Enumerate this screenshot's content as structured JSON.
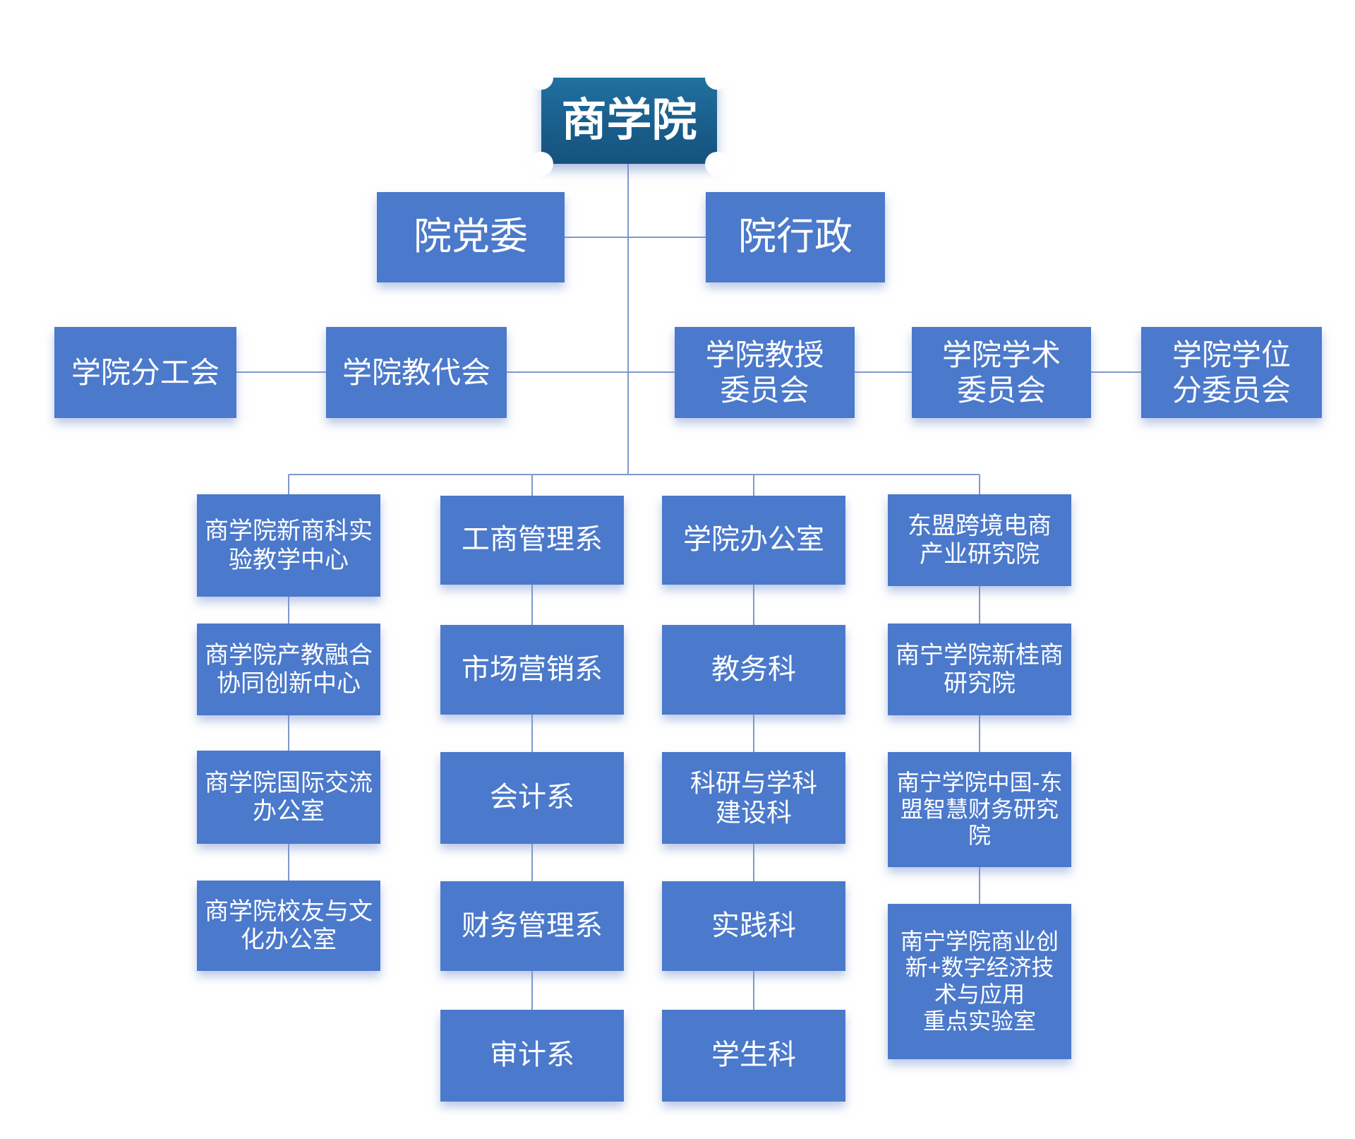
{
  "root": {
    "label": "商学院"
  },
  "level2": [
    {
      "label": "院党委"
    },
    {
      "label": "院行政"
    }
  ],
  "level3": [
    {
      "label": "学院分工会"
    },
    {
      "label": "学院教代会"
    },
    {
      "label": "学院教授\n委员会"
    },
    {
      "label": "学院学术\n委员会"
    },
    {
      "label": "学院学位\n分委员会"
    }
  ],
  "columns": [
    {
      "items": [
        {
          "label": "商学院新商科实\n验教学中心"
        },
        {
          "label": "商学院产教融合\n协同创新中心"
        },
        {
          "label": "商学院国际交流\n办公室"
        },
        {
          "label": "商学院校友与文\n化办公室"
        }
      ]
    },
    {
      "items": [
        {
          "label": "工商管理系"
        },
        {
          "label": "市场营销系"
        },
        {
          "label": "会计系"
        },
        {
          "label": "财务管理系"
        },
        {
          "label": "审计系"
        }
      ]
    },
    {
      "items": [
        {
          "label": "学院办公室"
        },
        {
          "label": "教务科"
        },
        {
          "label": "科研与学科\n建设科"
        },
        {
          "label": "实践科"
        },
        {
          "label": "学生科"
        }
      ]
    },
    {
      "items": [
        {
          "label": "东盟跨境电商\n产业研究院"
        },
        {
          "label": "南宁学院新桂商\n研究院"
        },
        {
          "label": "南宁学院中国-东\n盟智慧财务研究院"
        },
        {
          "label": "南宁学院商业创\n新+数字经济技\n术与应用\n重点实验室"
        }
      ]
    }
  ],
  "colors": {
    "node_fill": "#4B79CB",
    "root_fill": "#1A5E8C",
    "connector": "#8098D0",
    "text": "#FFFFFF",
    "background": "#FFFFFF"
  }
}
